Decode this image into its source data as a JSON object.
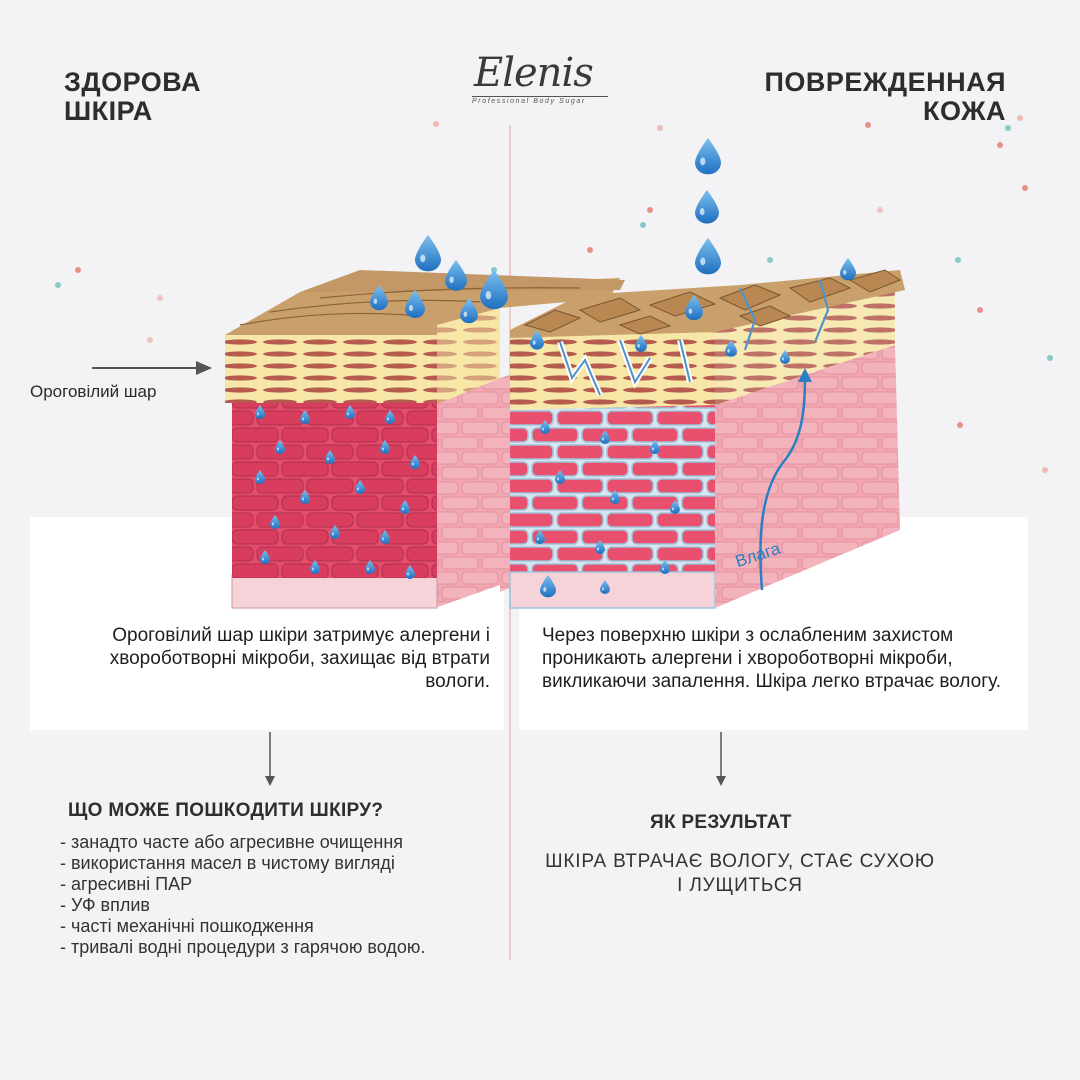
{
  "headings": {
    "left_line1": "ЗДОРОВА",
    "left_line2": "ШКІРА",
    "right_line1": "ПОВРЕЖДЕННАЯ",
    "right_line2": "КОЖА"
  },
  "logo": {
    "name": "Elenis",
    "tagline": "Professional Body Sugar"
  },
  "labels": {
    "horny_layer": "Ороговілий шар",
    "moisture": "Влага"
  },
  "descriptions": {
    "healthy": "Ороговілий шар шкіри затримує алергени і хвороботворні мікроби, захищає від втрати вологи.",
    "damaged": "Через поверхню шкіри з ослабленим захистом проникають алергени і хвороботворні мікроби, викликаючи запалення. Шкіра легко втрачає вологу."
  },
  "damage_causes": {
    "title": "ЩО МОЖЕ ПОШКОДИТИ ШКІРУ?",
    "items": [
      "- занадто часте або агресивне очищення",
      "- використання масел в чистому вигляді",
      "- агресивні ПАР",
      "- УФ вплив",
      "- часті механічні пошкодження",
      "- тривалі водні процедури з гарячою водою."
    ]
  },
  "result": {
    "title": "ЯК РЕЗУЛЬТАТ",
    "text": "ШКІРА ВТРАЧАЄ ВОЛОГУ, СТАЄ СУХОЮ І ЛУЩИТЬСЯ"
  },
  "colors": {
    "background": "#f3f2f4",
    "divider": "#efc9cf",
    "stratum_corneum": "#c9a06c",
    "lipid_layer": "#f6e7a6",
    "cells": "#e34d6b",
    "cells_side": "#f1a8b2",
    "water": "#3b8fd6",
    "moisture_arrow": "#2a7ec4"
  }
}
